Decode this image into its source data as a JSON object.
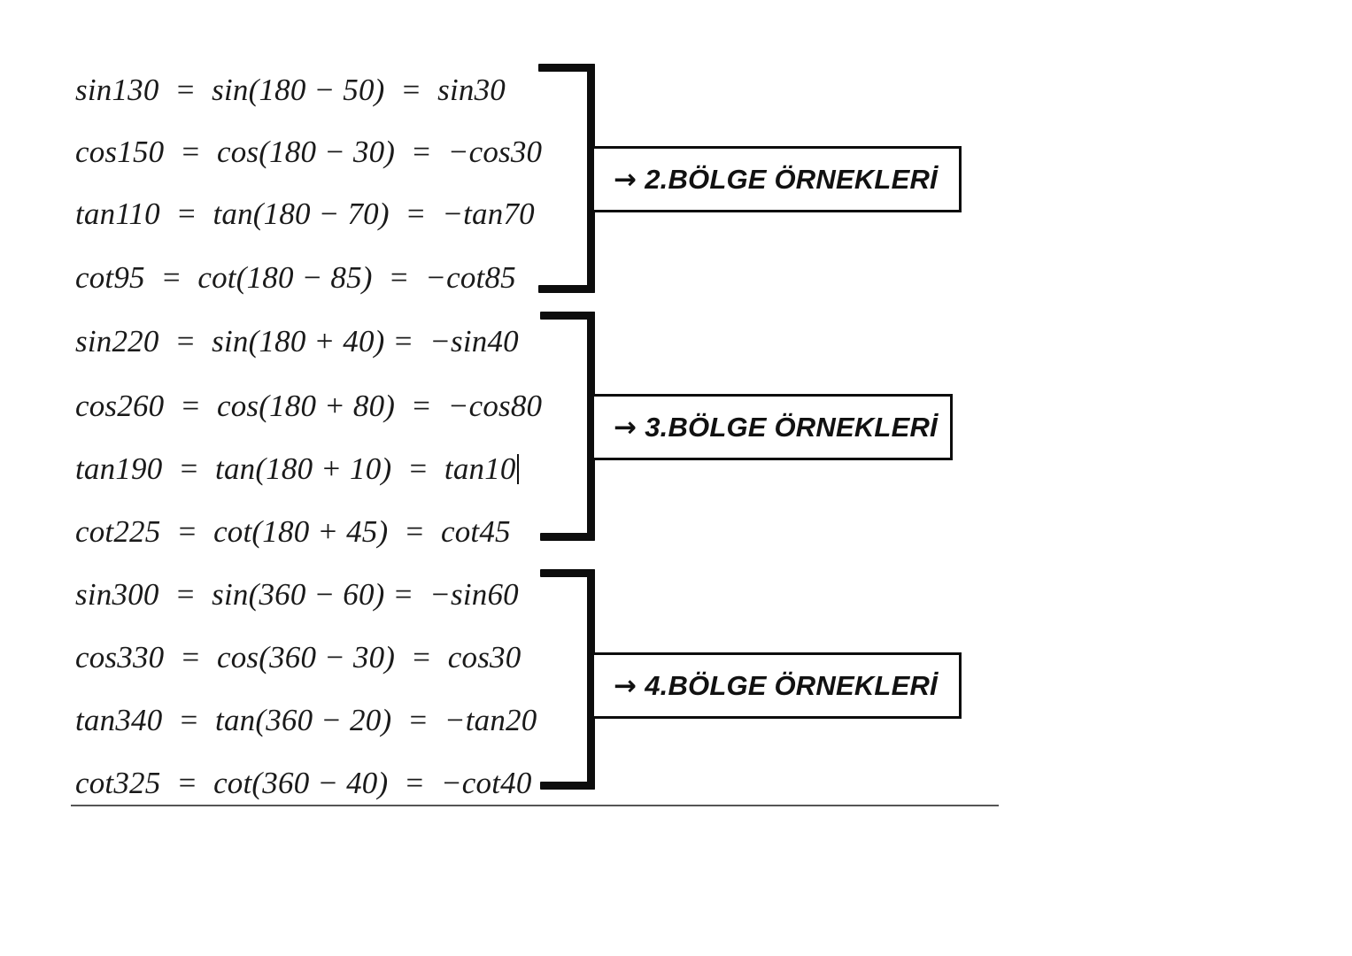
{
  "document": {
    "background_color": "#ffffff",
    "ink_color": "#1a1a1a",
    "rule_color": "#555555"
  },
  "groups": [
    {
      "id": "group-2",
      "label": {
        "arrow": "→",
        "text": "2.BÖLGE ÖRNEKLERİ"
      },
      "equations": [
        {
          "id": "eq-sin130",
          "text": "sin130  =  sin(180 − 50)  =  sin30"
        },
        {
          "id": "eq-cos150",
          "text": "cos150  =  cos(180 − 30)  =  −cos30"
        },
        {
          "id": "eq-tan110",
          "text": "tan110  =  tan(180 − 70)  =  −tan70"
        },
        {
          "id": "eq-cot95",
          "text": "cot95  =  cot(180 − 85)  =  −cot85"
        }
      ]
    },
    {
      "id": "group-3",
      "label": {
        "arrow": "→",
        "text": "3.BÖLGE ÖRNEKLERİ"
      },
      "equations": [
        {
          "id": "eq-sin220",
          "text": "sin220  =  sin(180 + 40) =  −sin40"
        },
        {
          "id": "eq-cos260",
          "text": "cos260  =  cos(180 + 80)  =  −cos80"
        },
        {
          "id": "eq-tan190",
          "text": "tan190  =  tan(180 + 10)  =  tan10"
        },
        {
          "id": "eq-cot225",
          "text": "cot225  =  cot(180 + 45)  =  cot45"
        }
      ]
    },
    {
      "id": "group-4",
      "label": {
        "arrow": "→",
        "text": "4.BÖLGE ÖRNEKLERİ"
      },
      "equations": [
        {
          "id": "eq-sin300",
          "text": "sin300  =  sin(360 − 60) =  −sin60"
        },
        {
          "id": "eq-cos330",
          "text": "cos330  =  cos(360 − 30)  =  cos30"
        },
        {
          "id": "eq-tan340",
          "text": "tan340  =  tan(360 − 20)  =  −tan20"
        },
        {
          "id": "eq-cot325",
          "text": "cot325  =  cot(360 − 40)  =  −cot40"
        }
      ]
    }
  ],
  "caret": {
    "after_equation": "eq-tan190",
    "visible": true
  }
}
